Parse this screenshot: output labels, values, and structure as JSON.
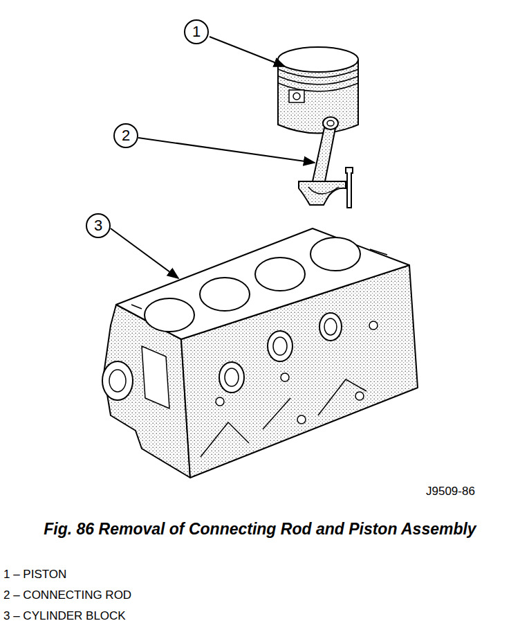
{
  "diagram": {
    "caption": "Fig. 86 Removal of Connecting Rod and Piston Assembly",
    "nodes": [
      {
        "text": [
          "1"
        ]
      },
      {
        "text": [
          "2"
        ]
      },
      {
        "text": [
          "3"
        ]
      }
    ],
    "labels": [
      "J9509-86",
      "1 – PISTON",
      "2 – CONNECTING ROD",
      "3 – CYLINDER BLOCK"
    ]
  }
}
